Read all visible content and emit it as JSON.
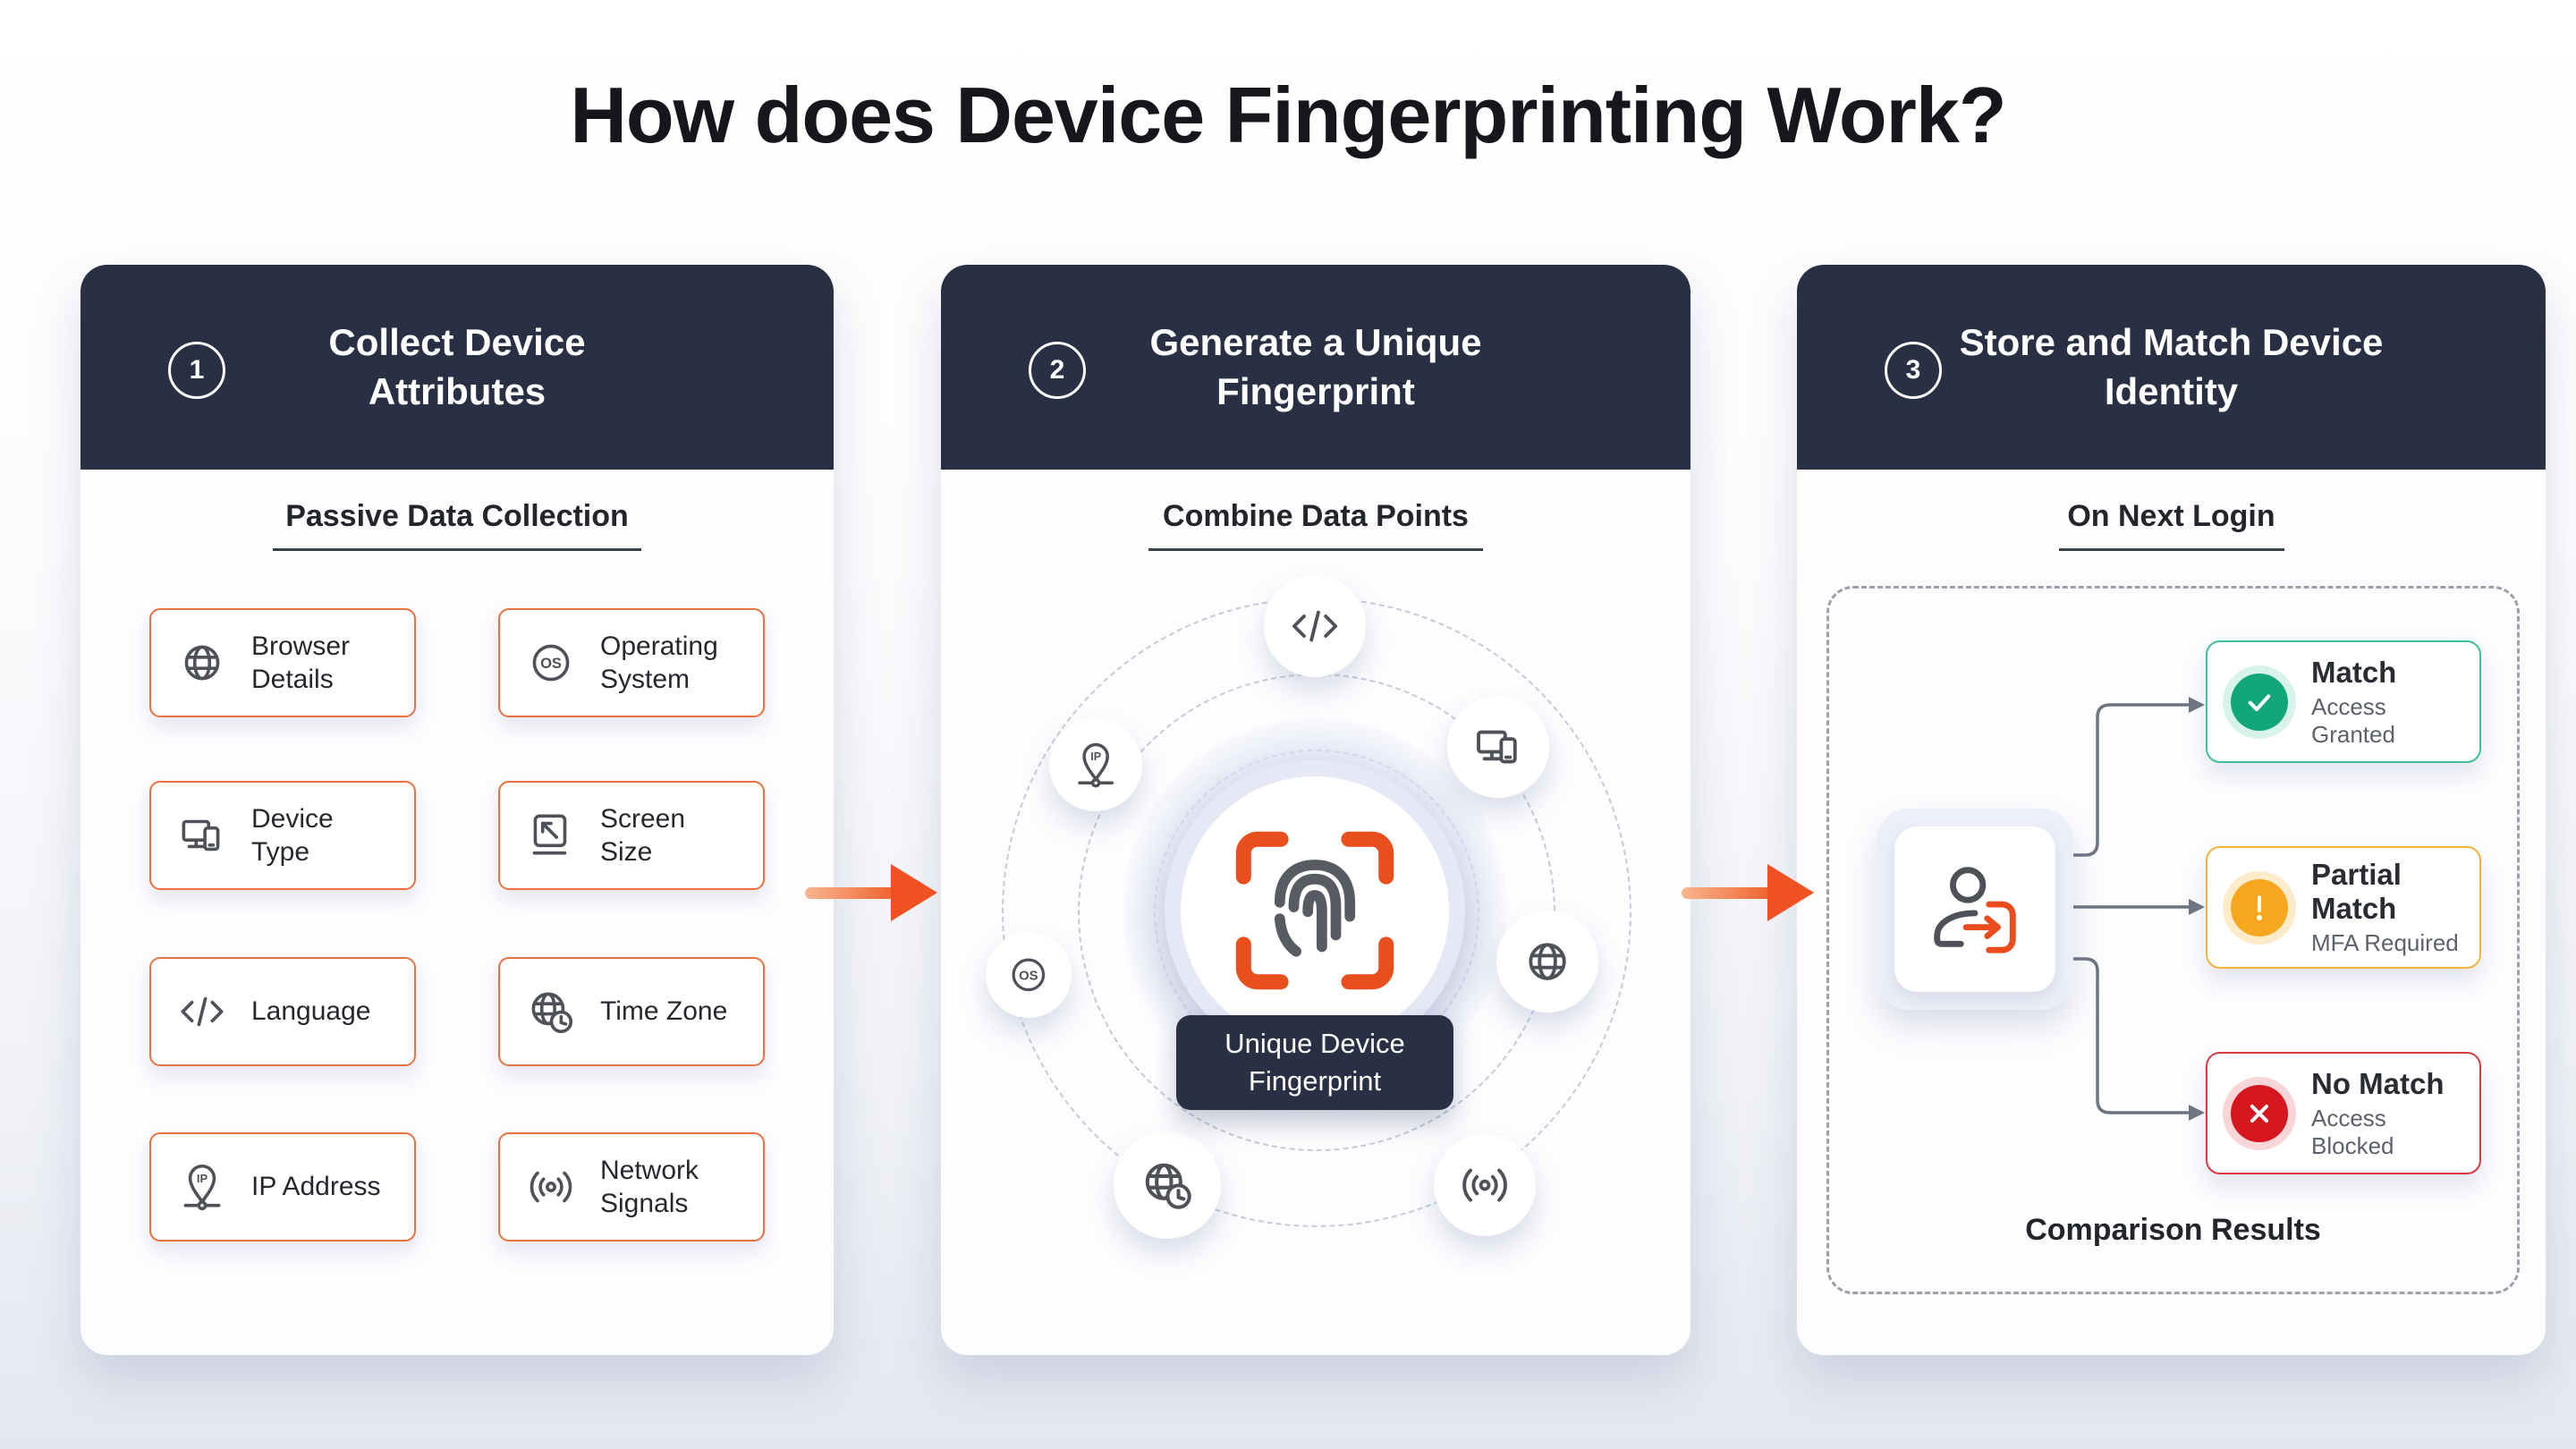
{
  "title": "How does Device Fingerprinting Work?",
  "steps": [
    {
      "number": "1",
      "title": "Collect Device Attributes",
      "subtitle": "Passive Data Collection"
    },
    {
      "number": "2",
      "title": "Generate a Unique Fingerprint",
      "subtitle": "Combine Data Points"
    },
    {
      "number": "3",
      "title": "Store and Match Device Identity",
      "subtitle": "On Next Login"
    }
  ],
  "attributes": {
    "items": [
      {
        "label": "Browser Details",
        "icon": "globe-icon"
      },
      {
        "label": "Operating System",
        "icon": "os-icon"
      },
      {
        "label": "Device Type",
        "icon": "devices-icon"
      },
      {
        "label": "Screen Size",
        "icon": "screen-size-icon"
      },
      {
        "label": "Language",
        "icon": "code-icon"
      },
      {
        "label": "Time Zone",
        "icon": "timezone-icon"
      },
      {
        "label": "IP Address",
        "icon": "ip-pin-icon"
      },
      {
        "label": "Network Signals",
        "icon": "network-signals-icon"
      }
    ]
  },
  "fingerprint": {
    "center_label": "Unique Device Fingerprint",
    "os_badge_text": "OS",
    "ip_badge_text": "IP",
    "orbit_icons": [
      "code-icon",
      "ip-pin-icon",
      "devices-icon",
      "os-icon",
      "globe-icon",
      "timezone-icon",
      "network-signals-icon"
    ]
  },
  "results": {
    "caption": "Comparison Results",
    "items": [
      {
        "title": "Match",
        "subtitle": "Access Granted",
        "status": "success"
      },
      {
        "title": "Partial Match",
        "subtitle": "MFA Required",
        "status": "warning"
      },
      {
        "title": "No Match",
        "subtitle": "Access Blocked",
        "status": "error"
      }
    ]
  },
  "colors": {
    "accent_orange": "#ef5122",
    "header_navy": "#2a3044",
    "success_green": "#12a77b",
    "warning_amber": "#f7a71e",
    "error_red": "#d6161e"
  }
}
